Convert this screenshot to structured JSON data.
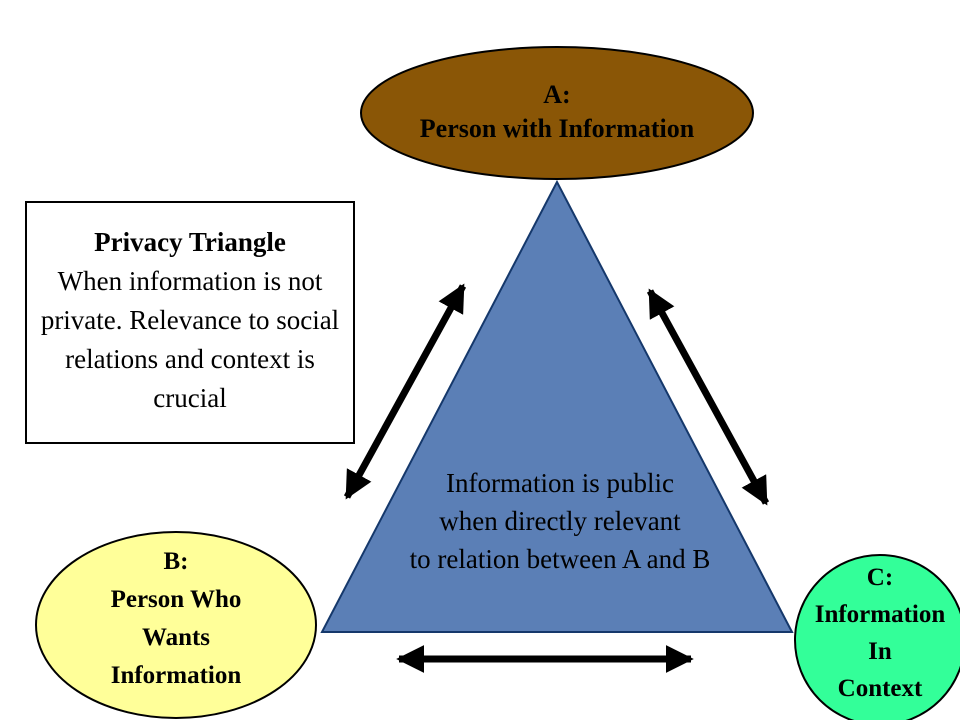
{
  "colors": {
    "triangle": "#5b7fb6",
    "triangle_border": "#15386b",
    "ellipse_a": "#8a5606",
    "ellipse_b": "#ffff99",
    "circle_c": "#33ff99",
    "arrow": "#000000",
    "outline": "#000000"
  },
  "ellipse_a": {
    "line1": "A:",
    "line2": "Person with Information"
  },
  "note_box": {
    "title": "Privacy Triangle",
    "body": "When information is not private.  Relevance to social relations and context is crucial"
  },
  "triangle_label": {
    "line1": "Information is public",
    "line2": "when directly relevant",
    "line3": "to relation between A and B"
  },
  "ellipse_b": {
    "line1": "B:",
    "line2": "Person Who",
    "line3": "Wants",
    "line4": "Information"
  },
  "circle_c": {
    "line1": "C:",
    "line2": "Information",
    "line3": "In",
    "line4": "Context"
  }
}
